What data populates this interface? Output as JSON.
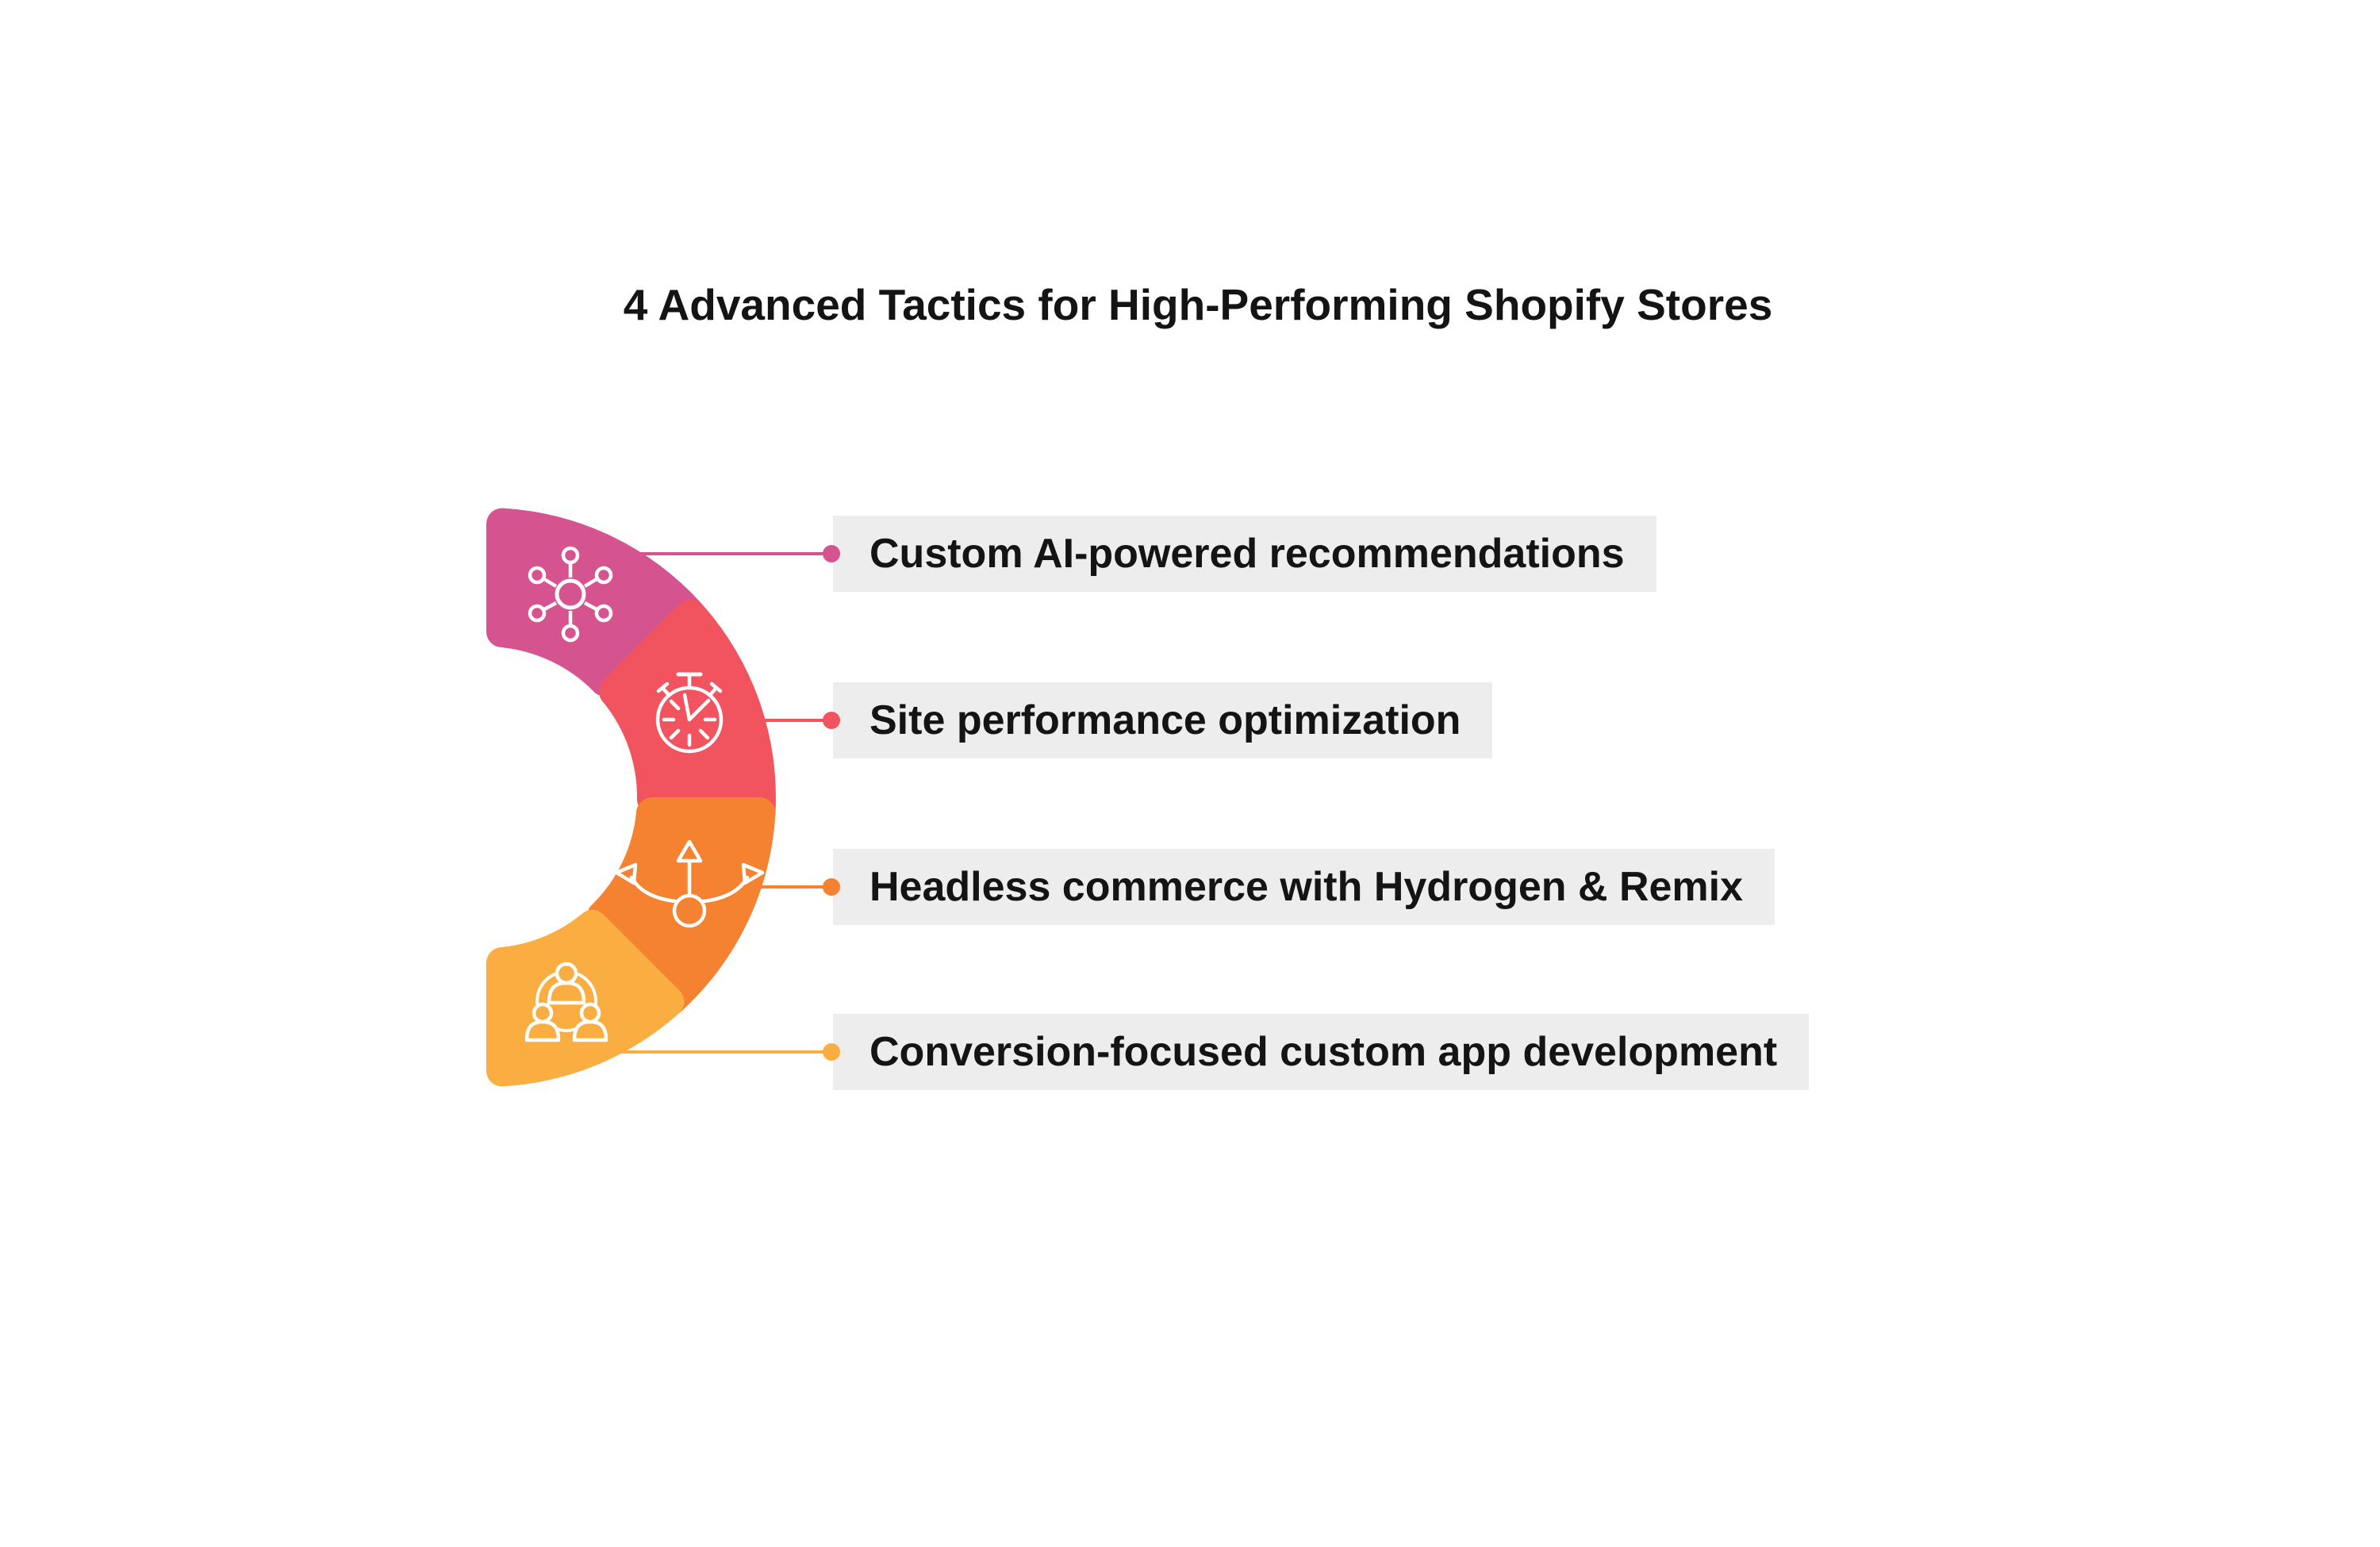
{
  "diagram": {
    "title": "4 Advanced Tactics for High-Performing Shopify Stores",
    "type": "semicircle-arc-list",
    "items": [
      {
        "label": "Custom AI-powered recommendations",
        "color": "#D5538F",
        "icon": "network-hub-icon"
      },
      {
        "label": "Site performance optimization",
        "color": "#F2545F",
        "icon": "stopwatch-icon"
      },
      {
        "label": "Headless commerce with Hydrogen & Remix",
        "color": "#F58230",
        "icon": "branching-arrows-icon"
      },
      {
        "label": "Conversion-focused custom app development",
        "color": "#FAAD40",
        "icon": "team-icon"
      }
    ],
    "colors": {
      "background": "#FFFFFF",
      "label_background": "#EDEDED",
      "text": "#141414",
      "icon_stroke": "#FFFFFF"
    }
  }
}
